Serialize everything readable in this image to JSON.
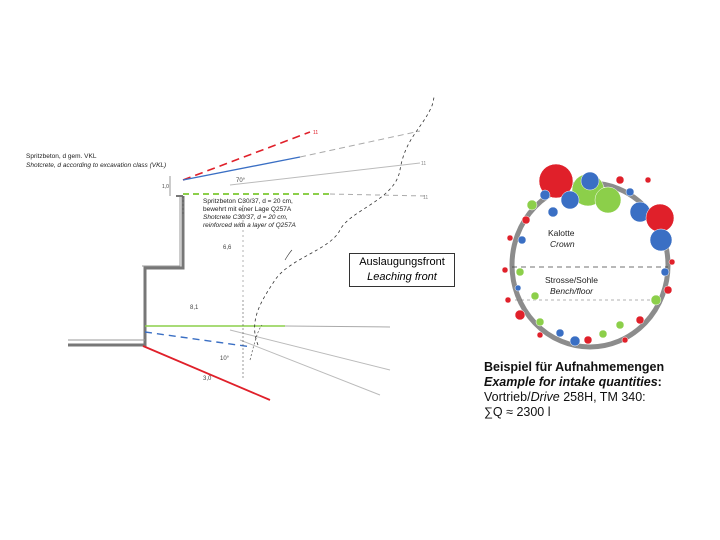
{
  "left": {
    "shotcrete_de": "Spritzbeton, d gem. VKL",
    "shotcrete_en": "Shotcrete, d according to excavation class (VKL)",
    "spec_de_1": "Spritzbeton C30/37, d = 20 cm,",
    "spec_de_2": "bewehrt mit einer Lage Q257A",
    "spec_en_1": "Shotcrete C30/37, d = 20 cm,",
    "spec_en_2": "reinforced with a layer of Q257A",
    "leaching_de": "Auslaugungsfront",
    "leaching_en": "Leaching front"
  },
  "right": {
    "crown_de": "Kalotte",
    "crown_en": "Crown",
    "bench_de": "Strosse/Sohle",
    "bench_en": "Bench/floor",
    "example_title_de": "Beispiel für Aufnahmemengen",
    "example_title_en": "Example for intake quantities",
    "example_colon": ":",
    "drive_de": "Vortrieb/",
    "drive_en": "Drive",
    "drive_value": " 258H, TM 340:",
    "sum": "∑Q ≈ 2300 l"
  },
  "colors": {
    "red": "#e0202a",
    "blue": "#3a6fc4",
    "green": "#8ccf4a",
    "gray": "#8c8c8c",
    "line": "#333333"
  }
}
